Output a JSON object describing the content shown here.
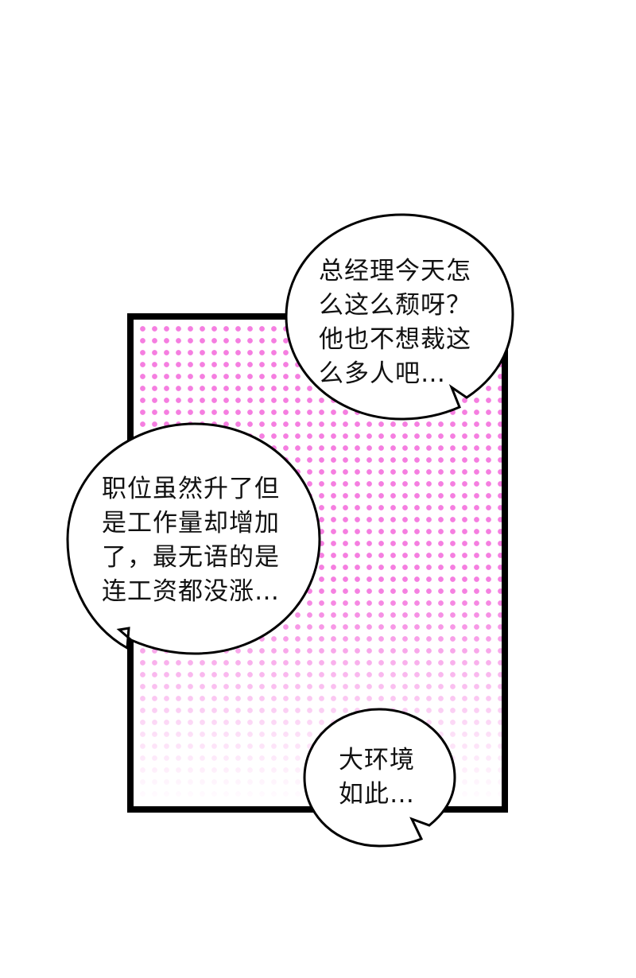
{
  "comic": {
    "panel": {
      "halftone_color": "#f57ee0",
      "border_color": "#000000"
    },
    "bubbles": [
      {
        "lines": [
          "总经理今天怎",
          "么这么颓呀？",
          "他也不想裁这",
          "么多人吧…"
        ]
      },
      {
        "lines": [
          "职位虽然升了但",
          "是工作量却增加",
          "了，最无语的是",
          "连工资都没涨…"
        ]
      },
      {
        "lines": [
          "大环境",
          "如此…"
        ]
      }
    ]
  }
}
